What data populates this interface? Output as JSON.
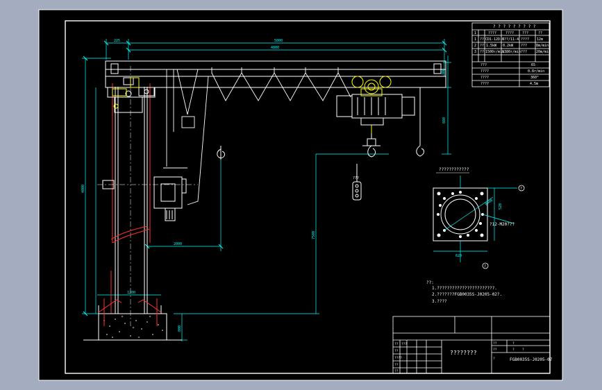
{
  "app": {
    "background_color": "#a3adbf",
    "drawing_bg": "#000000",
    "frame_color": "#ffffff",
    "dim_color": "#00ffff",
    "part_color": "#ffffff",
    "hatch_color": "#ff3030",
    "accent_yellow": "#ffff00"
  },
  "dimensions": {
    "top_225": "225",
    "top_5000": "5000",
    "top_4800": "4800",
    "right_300": "300",
    "right_880": "880",
    "left_4000": "4000",
    "mid_2000": "2000",
    "lower_7500": "7500",
    "base_1200": "1200",
    "base_800": "800",
    "circle_400": "Ø400",
    "circle_520": "520",
    "circle_620": "620"
  },
  "spec_table": {
    "header": "? ? ? ? ? ? ? ? ?",
    "rows": [
      [
        "1",
        "????",
        "????",
        "???",
        "??"
      ],
      [
        "1",
        "??",
        "CD1-12D-6",
        "???/11-4",
        "????",
        "12m"
      ],
      [
        "2",
        "??",
        "1.5kW",
        "0.2kW",
        "???",
        "8m/min"
      ],
      [
        "3",
        "??",
        "1500r/min",
        "1380r/min",
        "???",
        "20m/min"
      ]
    ],
    "extra_rows": [
      [
        "???",
        "65"
      ],
      [
        "????",
        "0.8r/min"
      ],
      [
        "????",
        "360°"
      ],
      [
        "????",
        "4.5m"
      ]
    ]
  },
  "callouts": {
    "plate_title": "????????????",
    "bolt_label": "?12-M20???",
    "marker_a": "?",
    "marker_b": "?",
    "hook_label": "???"
  },
  "notes": {
    "heading": "??:",
    "line1": "1.???????????????????????.",
    "line2": "2.???????FGB0035S-J0205-02?.",
    "line3": "3.????"
  },
  "title_block": {
    "drawing_title": "????????",
    "drawing_no": "FGB0035S-J0205-07",
    "cells": [
      "??",
      "???",
      "??",
      "????",
      "??",
      "??",
      "??",
      "??",
      "?"
    ],
    "scale_row": [
      "?",
      "?",
      "?"
    ]
  }
}
